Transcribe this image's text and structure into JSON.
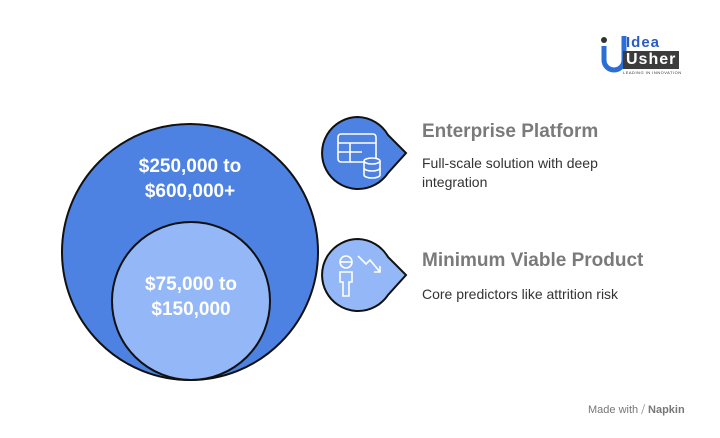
{
  "logo": {
    "line1": "Idea",
    "line2": "Usher",
    "tagline": "LEADING IN INNOVATION"
  },
  "outer": {
    "label": "$250,000 to $600,000+",
    "color": "#4d82e3"
  },
  "inner": {
    "label": "$75,000 to $150,000",
    "color": "#94b8f7"
  },
  "items": [
    {
      "title": "Enterprise Platform",
      "desc": "Full-scale solution with deep integration",
      "icon": "table-database-icon",
      "color": "#4d82e3"
    },
    {
      "title": "Minimum Viable Product",
      "desc": "Core predictors like attrition risk",
      "icon": "person-trend-down-icon",
      "color": "#94b8f7"
    }
  ],
  "footer": {
    "made_with": "Made with",
    "brand": "Napkin"
  }
}
